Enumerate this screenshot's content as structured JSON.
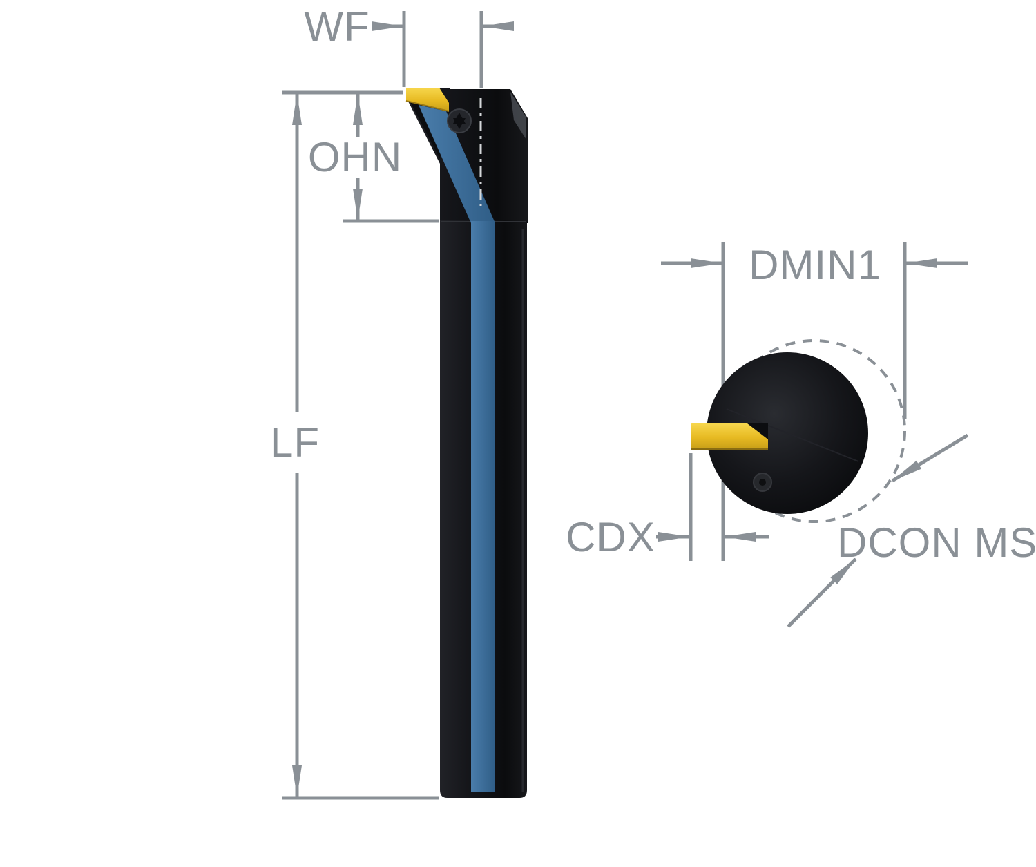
{
  "labels": {
    "wf": "WF",
    "ohn": "OHN",
    "lf": "LF",
    "dmin1": "DMIN1",
    "cdx": "CDX",
    "dcon_ms": "DCON MS"
  },
  "colors": {
    "background": "#ffffff",
    "dimension_gray": "#8a9096",
    "tool_black": "#121318",
    "coolant_blue": "#3a6d98",
    "insert_gold": "#e6ba24",
    "centerline_white": "#d5d8db"
  }
}
